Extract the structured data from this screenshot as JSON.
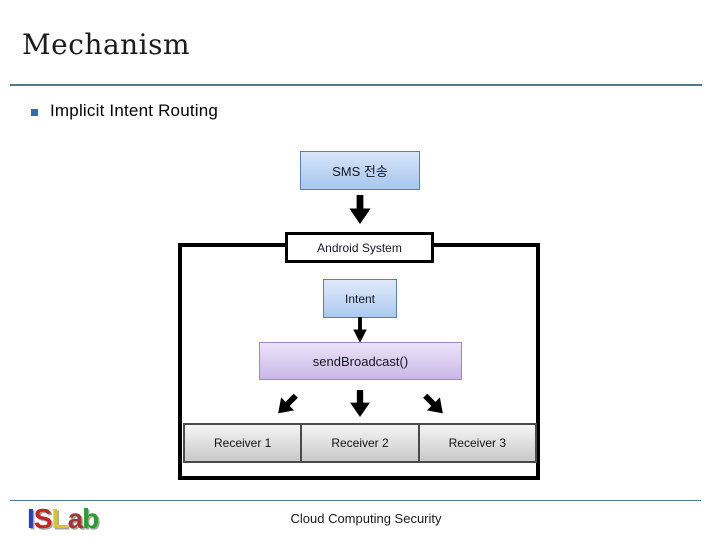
{
  "slide": {
    "title": "Mechanism",
    "bullet_label": "Implicit Intent Routing",
    "footer_text": "Cloud Computing Security",
    "logo": {
      "text": "ISLab",
      "letters": [
        {
          "char": "I",
          "color": "#2e3db8"
        },
        {
          "char": "S",
          "color": "#c32525"
        },
        {
          "char": "L",
          "color": "#d8c52e"
        },
        {
          "char": "a",
          "color": "#a23434"
        },
        {
          "char": "b",
          "color": "#2f9a33"
        }
      ]
    }
  },
  "diagram": {
    "sms_label": "SMS 전송",
    "android_label": "Android System",
    "intent_label": "Intent",
    "send_broadcast_label": "sendBroadcast()",
    "receivers": [
      "Receiver 1",
      "Receiver 2",
      "Receiver 3"
    ]
  },
  "colors": {
    "rule": "#4f7a87",
    "bullet_marker": "#2f6da6",
    "box_blue_top": "#d6e5f9",
    "box_blue_bottom": "#a9c6ee",
    "box_blue_border": "#5c7ea9",
    "box_purple_top": "#ece4f8",
    "box_purple_bottom": "#c9b7e8",
    "box_purple_border": "#9b87c4",
    "receiver_top": "#f5f5f5",
    "receiver_bottom": "#c9c9c9",
    "receiver_border": "#4a4a4a",
    "container_border": "#000000",
    "arrow": "#000000"
  }
}
